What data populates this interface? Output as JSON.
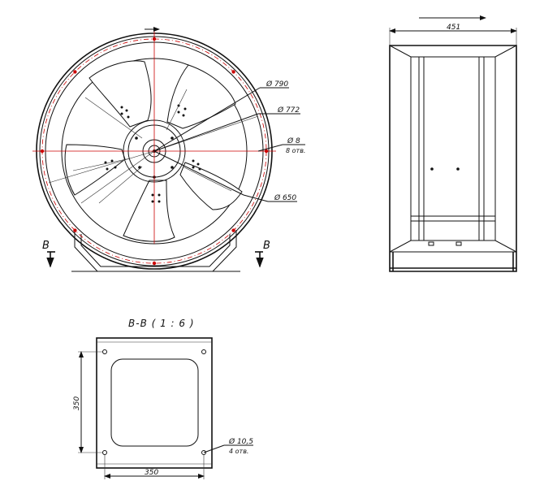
{
  "front_view": {
    "dim_790": "Ø 790",
    "dim_772": "Ø 772",
    "dim_8": "Ø 8",
    "holes_8": "8 отв.",
    "dim_650": "Ø 650",
    "section_left": "В",
    "section_right": "В"
  },
  "side_view": {
    "width": "451"
  },
  "section_view": {
    "title": "В-В ( 1 : 6 )",
    "height": "350",
    "width": "350",
    "hole_dim": "Ø 10,5",
    "hole_count": "4 отв."
  },
  "colors": {
    "line": "#111111",
    "center_line": "#cc0000"
  }
}
